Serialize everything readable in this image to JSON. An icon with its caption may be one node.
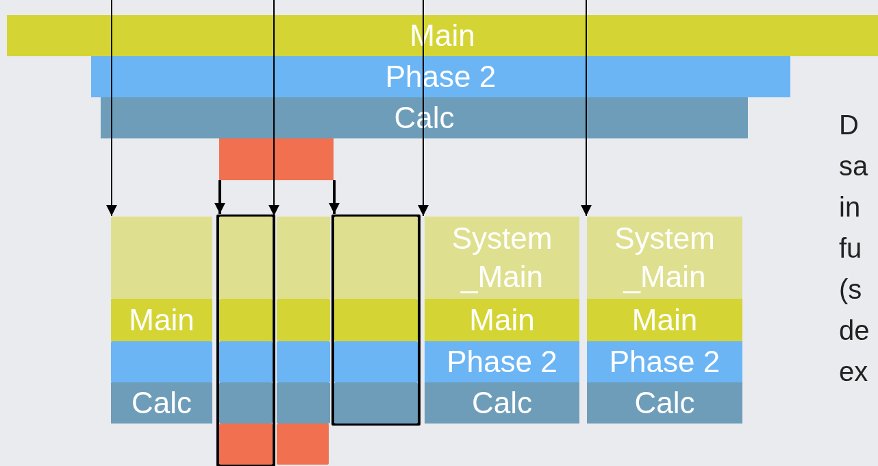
{
  "diagram": {
    "nodes": [
      {
        "text": [
          "Main"
        ]
      },
      {
        "text": [
          "Phase 2"
        ]
      },
      {
        "text": [
          "Calc"
        ]
      },
      {
        "text": [],
        "shape": "bar"
      },
      {
        "text": [],
        "shape": "box"
      },
      {
        "text": [
          "Main"
        ]
      },
      {
        "text": [],
        "shape": "box"
      },
      {
        "text": [
          "Calc"
        ]
      },
      {
        "text": [],
        "shape": "box"
      },
      {
        "text": [],
        "shape": "box",
        "in": 8
      },
      {
        "text": [],
        "shape": "box",
        "in": 8
      },
      {
        "text": [],
        "shape": "box",
        "in": 8
      },
      {
        "text": [],
        "shape": "box",
        "in": 8
      },
      {
        "text": [],
        "shape": "box",
        "in": 8
      },
      {
        "text": [],
        "shape": "box"
      },
      {
        "text": [],
        "shape": "box"
      },
      {
        "text": [],
        "shape": "box"
      },
      {
        "text": [],
        "shape": "box"
      },
      {
        "text": [],
        "shape": "box"
      },
      {
        "text": [],
        "shape": "box"
      },
      {
        "text": [],
        "shape": "box",
        "in": 19
      },
      {
        "text": [],
        "shape": "box",
        "in": 19
      },
      {
        "text": [],
        "shape": "box",
        "in": 19
      },
      {
        "text": [],
        "shape": "box",
        "in": 19
      },
      {
        "text": [
          "System _Main"
        ]
      },
      {
        "text": [
          "Main"
        ]
      },
      {
        "text": [
          "Phase 2"
        ]
      },
      {
        "text": [
          "Calc"
        ]
      },
      {
        "text": [
          "System _Main"
        ]
      },
      {
        "text": [
          "Main"
        ]
      },
      {
        "text": [
          "Phase 2"
        ]
      },
      {
        "text": [
          "Calc"
        ]
      }
    ],
    "edges": [
      {
        "from": null,
        "to": 4,
        "arrow": "to"
      },
      {
        "from": 3,
        "to": 8,
        "arrow": "to",
        "style": "thick"
      },
      {
        "from": null,
        "to": 14,
        "arrow": "to"
      },
      {
        "from": 3,
        "to": 19,
        "arrow": "to",
        "style": "thick"
      },
      {
        "from": null,
        "to": 24,
        "arrow": "to"
      },
      {
        "from": null,
        "to": 28,
        "arrow": "to"
      }
    ],
    "labels": [
      "D sa in fu (s de ex"
    ]
  }
}
